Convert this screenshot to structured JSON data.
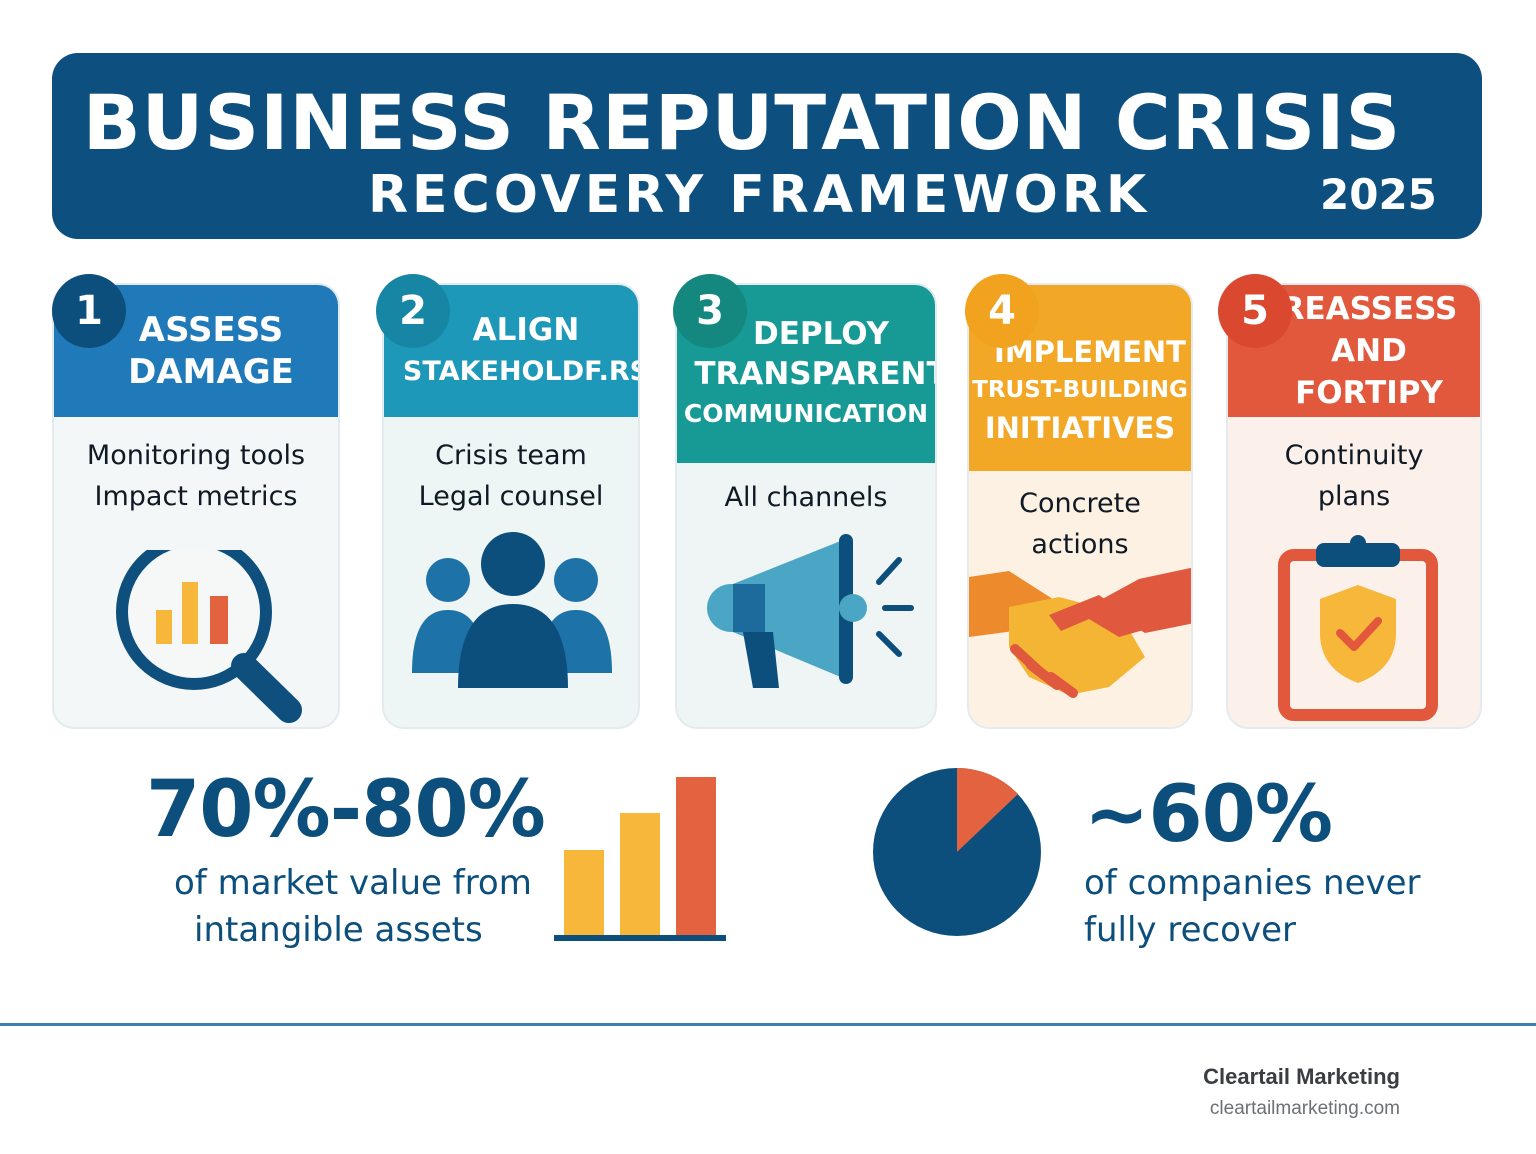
{
  "header": {
    "title_line1": "BUSINESS REPUTATION CRISIS",
    "title_line2": "RECOVERY FRAMEWORK",
    "year": "2025"
  },
  "steps": [
    {
      "number": "1",
      "title_lines": [
        "ASSESS",
        "DAMAGE"
      ],
      "text_lines": [
        "Monitoring tools",
        "Impact metrics"
      ],
      "icon": "magnifier-chart-icon",
      "color": "#2079b8"
    },
    {
      "number": "2",
      "title_lines": [
        "ALIGN",
        "STAKEHOLDF.RS"
      ],
      "text_lines": [
        "Crisis team",
        "Legal counsel"
      ],
      "icon": "team-icon",
      "color": "#1e98b8"
    },
    {
      "number": "3",
      "title_lines": [
        "DEPLOY",
        "TRANSPARENT",
        "COMMUNICATION"
      ],
      "text_lines": [
        "All channels"
      ],
      "icon": "megaphone-icon",
      "color": "#179a96"
    },
    {
      "number": "4",
      "title_lines": [
        "IMPLEMENT",
        "TRUST-BUILDING",
        "INITIATIVES"
      ],
      "text_lines": [
        "Concrete",
        "actions"
      ],
      "icon": "handshake-icon",
      "color": "#f3a726"
    },
    {
      "number": "5",
      "title_lines": [
        "REASSESS",
        "AND FORTIPY"
      ],
      "text_lines": [
        "Continuity",
        "plans"
      ],
      "icon": "shield-clipboard-icon",
      "color": "#e2583c"
    }
  ],
  "stats": {
    "left": {
      "value": "70%-80%",
      "lines": [
        "of market value from",
        "intangible assets"
      ]
    },
    "right": {
      "value": "~60%",
      "lines": [
        "of companies never",
        "fully recover"
      ]
    }
  },
  "footer": {
    "brand": "Cleartail Marketing",
    "url": "cleartailmarketing.com"
  }
}
